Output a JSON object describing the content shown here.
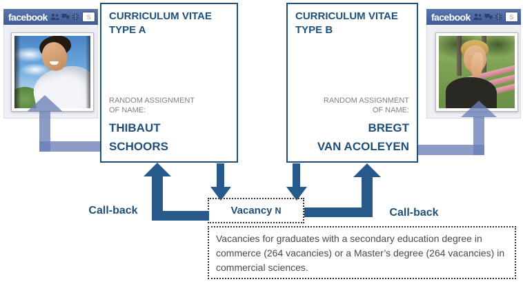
{
  "palette": {
    "facebook_blue": "#3b5998",
    "navy_text_border": "#1f4e79",
    "arrow_navy": "#27598a",
    "translucent_arrow": "#6a7fb6",
    "assignment_gray": "#808080",
    "description_text": "#414d47"
  },
  "facebook_left": {
    "brand": "facebook",
    "icons": [
      "friends-icon",
      "messages-icon",
      "globe-icon"
    ],
    "search_hint": "S",
    "photo": "young man with dark hair smiling, white shirt, blue sky with clouds"
  },
  "facebook_right": {
    "brand": "facebook",
    "icons": [
      "friends-icon",
      "messages-icon",
      "globe-icon"
    ],
    "search_hint": "S",
    "photo": "young blond man with hands clasped near face, park with trees and pink bench"
  },
  "cv_a": {
    "title_line1": "CURRICULUM VITAE",
    "title_line2": "TYPE A",
    "assignment_line1": "RANDOM ASSIGNMENT",
    "assignment_line2": "OF NAME:",
    "name_line1": "THIBAUT",
    "name_line2": "SCHOORS"
  },
  "cv_b": {
    "title_line1": "CURRICULUM VITAE",
    "title_line2": "TYPE B",
    "assignment_line1": "RANDOM ASSIGNMENT",
    "assignment_line2": "OF NAME:",
    "name_line1": "BREGT",
    "name_line2": "VAN ACOLEYEN"
  },
  "vacancy": {
    "word": "Vacancy",
    "suffix": "N"
  },
  "callback_left": {
    "label": "Call-back"
  },
  "callback_right": {
    "label": "Call-back"
  },
  "description": {
    "text": "Vacancies for graduates with a secondary education degree in commerce (264 vacancies) or a Master’s degree (264 vacancies) in commercial sciences."
  }
}
